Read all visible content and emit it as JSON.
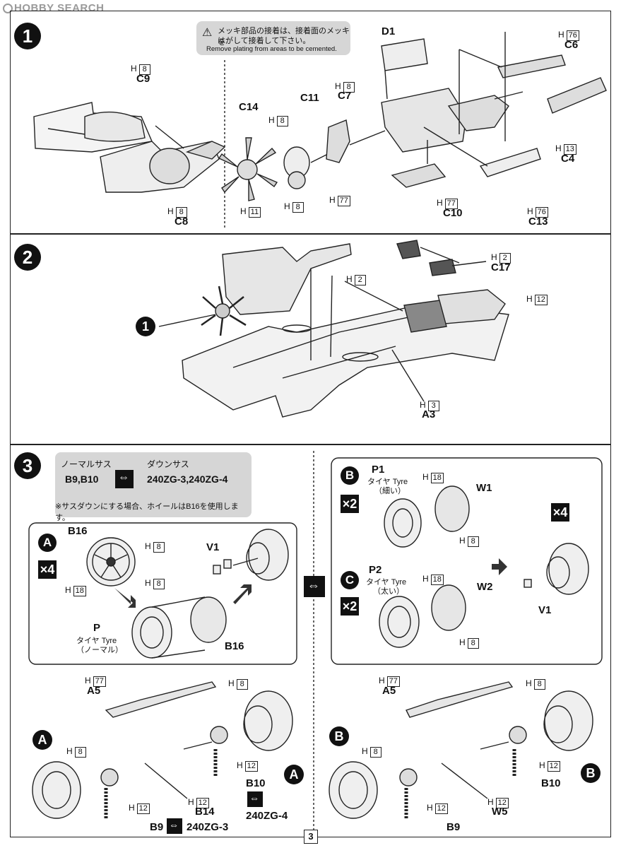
{
  "watermark": "HOBBY SEARCH",
  "page_number": "3",
  "steps": [
    "1",
    "2",
    "3"
  ],
  "h_prefix": "H",
  "step1": {
    "warning_jp_1": "メッキ部品の接着は、接着面のメッキを",
    "warning_jp_2": "はがして接着して下さい。",
    "warning_en": "Remove plating from areas to be cemented.",
    "labels": {
      "c9": "C9",
      "c8": "C8",
      "c14": "C14",
      "c11": "C11",
      "c7": "C7",
      "d1": "D1",
      "c6": "C6",
      "c4": "C4",
      "c10": "C10",
      "c13": "C13"
    },
    "h": {
      "c9": "8",
      "c8": "8",
      "c14a": "8",
      "c14b": "11",
      "c11": "8",
      "c7": "8",
      "c7b": "77",
      "c6": "76",
      "c4": "13",
      "c10": "77",
      "c13": "76"
    }
  },
  "step2": {
    "labels": {
      "c17": "C17",
      "a3": "A3"
    },
    "h": {
      "c17": "2",
      "mid": "2",
      "right": "12",
      "a3": "3"
    },
    "engine_ref": "1"
  },
  "step3": {
    "normal_susp": "ノーマルサス",
    "down_susp": "ダウンサス",
    "normal_parts": "B9,B10",
    "down_parts": "240ZG-3,240ZG-4",
    "note": "※サスダウンにする場合、ホイールはB16を使用します。",
    "box_a": {
      "tag": "A",
      "mult": "×4",
      "b16": "B16",
      "v1": "V1",
      "p": "P",
      "tyre_jp": "タイヤ Tyre",
      "tyre_kind": "（ノーマル）",
      "b16b": "B16",
      "h": {
        "top": "8",
        "right": "8",
        "bottom": "18"
      }
    },
    "box_b": {
      "tag": "B",
      "mult": "×2",
      "p1": "P1",
      "w1": "W1",
      "tyre_jp": "タイヤ Tyre",
      "tyre_kind": "（細い）",
      "h": {
        "top": "18",
        "bottom": "8"
      }
    },
    "box_c": {
      "tag": "C",
      "mult": "×2",
      "p2": "P2",
      "w2": "W2",
      "tyre_jp": "タイヤ Tyre",
      "tyre_kind": "（太い）",
      "h": {
        "top": "18",
        "bottom": "8"
      }
    },
    "box_bc_right": {
      "mult": "×4",
      "v1": "V1"
    },
    "left_assembly": {
      "a5": "A5",
      "b14": "B14",
      "b10": "B10",
      "b9": "B9",
      "zg3": "240ZG-3",
      "zg4": "240ZG-4",
      "tag_a1": "A",
      "tag_a2": "A",
      "h": {
        "a5": "77",
        "top": "8",
        "left": "8",
        "mid": "12",
        "b14": "12",
        "b9": "12"
      }
    },
    "right_assembly": {
      "a5": "A5",
      "w5": "W5",
      "b10": "B10",
      "b9": "B9",
      "tag_b1": "B",
      "tag_b2": "B",
      "h": {
        "a5": "77",
        "top": "8",
        "left": "8",
        "mid": "12",
        "w5": "12",
        "b9": "12"
      }
    }
  }
}
